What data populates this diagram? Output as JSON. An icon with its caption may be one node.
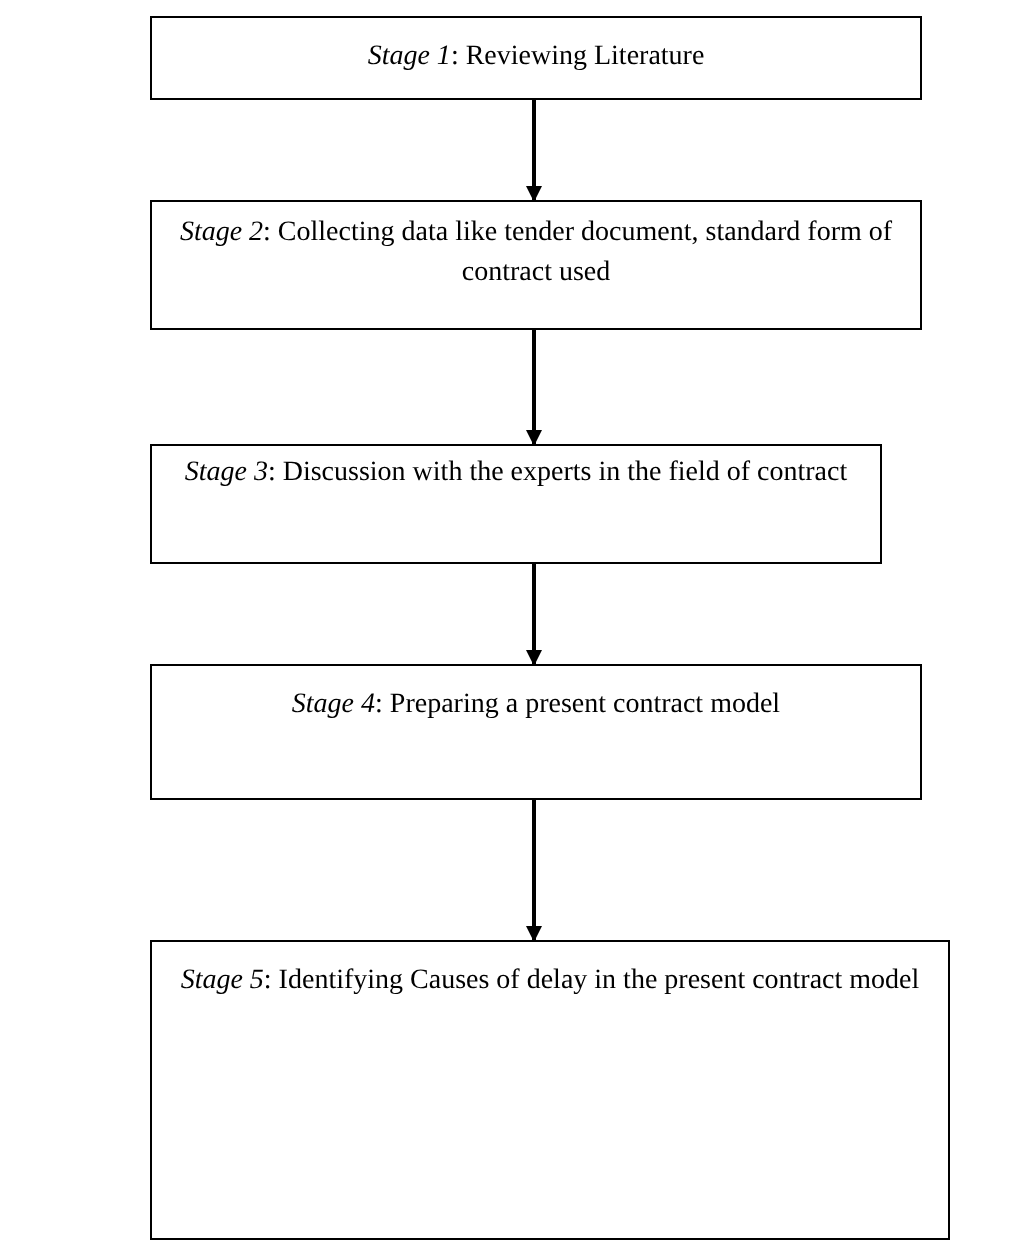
{
  "diagram": {
    "nodes": [
      {
        "text": [
          "*Stage 1*: Reviewing Literature"
        ]
      },
      {
        "text": [
          "*Stage 2*: Collecting data like tender document, standard form of contract used"
        ]
      },
      {
        "text": [
          "*Stage 3*: Discussion with the experts in the field of contract"
        ]
      },
      {
        "text": [
          "*Stage 4*: Preparing a present contract model"
        ]
      },
      {
        "text": [
          "*Stage 5*: Identifying Causes of delay in the present contract model"
        ]
      }
    ],
    "edges": [
      {
        "from": 0,
        "to": 1,
        "arrow": "to"
      },
      {
        "from": 1,
        "to": 2,
        "arrow": "to"
      },
      {
        "from": 2,
        "to": 3,
        "arrow": "to"
      },
      {
        "from": 3,
        "to": 4,
        "arrow": "to"
      }
    ]
  }
}
